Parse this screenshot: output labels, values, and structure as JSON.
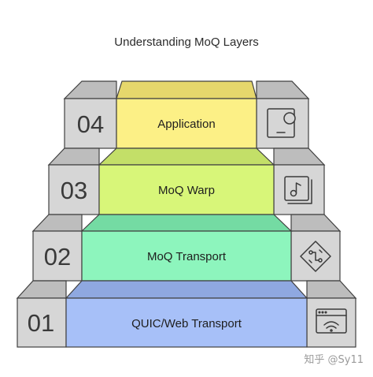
{
  "title": "Understanding MoQ Layers",
  "layers": [
    {
      "number": "04",
      "label": "Application",
      "icon": "application-icon",
      "color": "#fcf086"
    },
    {
      "number": "03",
      "label": "MoQ Warp",
      "icon": "music-note-icon",
      "color": "#d8f679"
    },
    {
      "number": "02",
      "label": "MoQ Transport",
      "icon": "circuit-icon",
      "color": "#8df5bd"
    },
    {
      "number": "01",
      "label": "QUIC/Web Transport",
      "icon": "browser-network-icon",
      "color": "#a7c0f8"
    }
  ],
  "watermark": "知乎 @Sy11",
  "colors": {
    "step_face": "#d6d6d6",
    "step_top": "#bdbdbd",
    "outline": "#404040"
  }
}
